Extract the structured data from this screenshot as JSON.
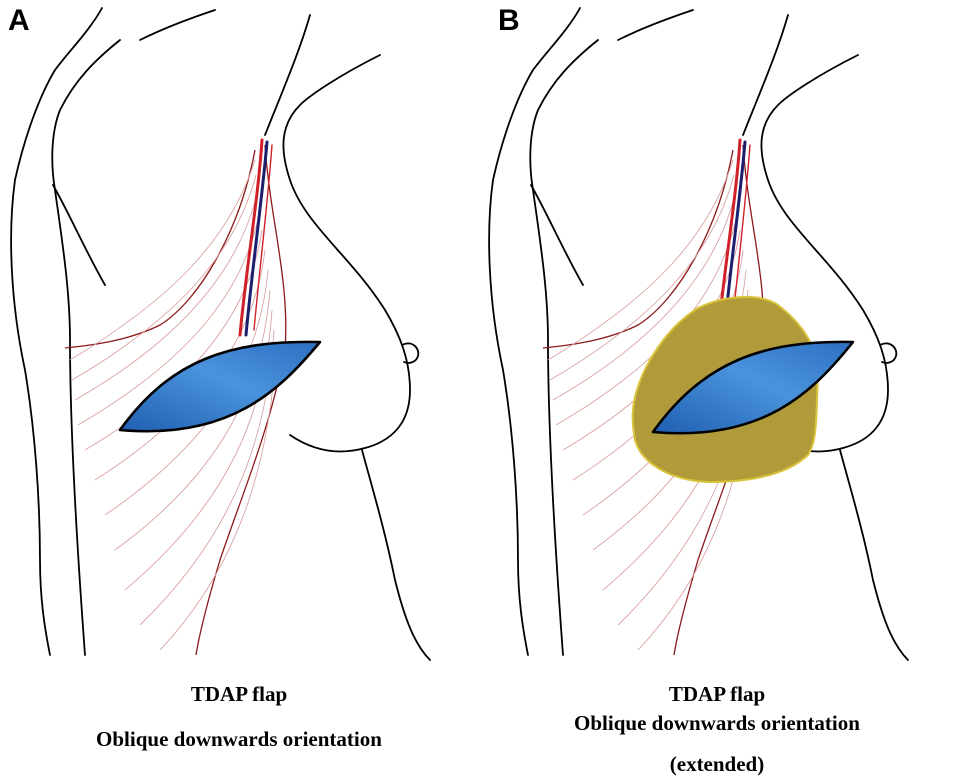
{
  "colors": {
    "outline": "#000000",
    "artery": "#d0202a",
    "vein": "#1c1f6e",
    "muscle_lines": "#8b1a1a",
    "fiber_lines": "#d9a3a3",
    "flap_fill": "#3d86d6",
    "extended_fill": "#b09a3a",
    "extended_border": "#d8c33a"
  },
  "panels": [
    {
      "letter": "A",
      "caption_lines": [
        "TDAP flap",
        "Oblique downwards orientation"
      ]
    },
    {
      "letter": "B",
      "caption_lines": [
        "TDAP flap",
        "Oblique downwards orientation",
        "(extended)"
      ]
    }
  ]
}
